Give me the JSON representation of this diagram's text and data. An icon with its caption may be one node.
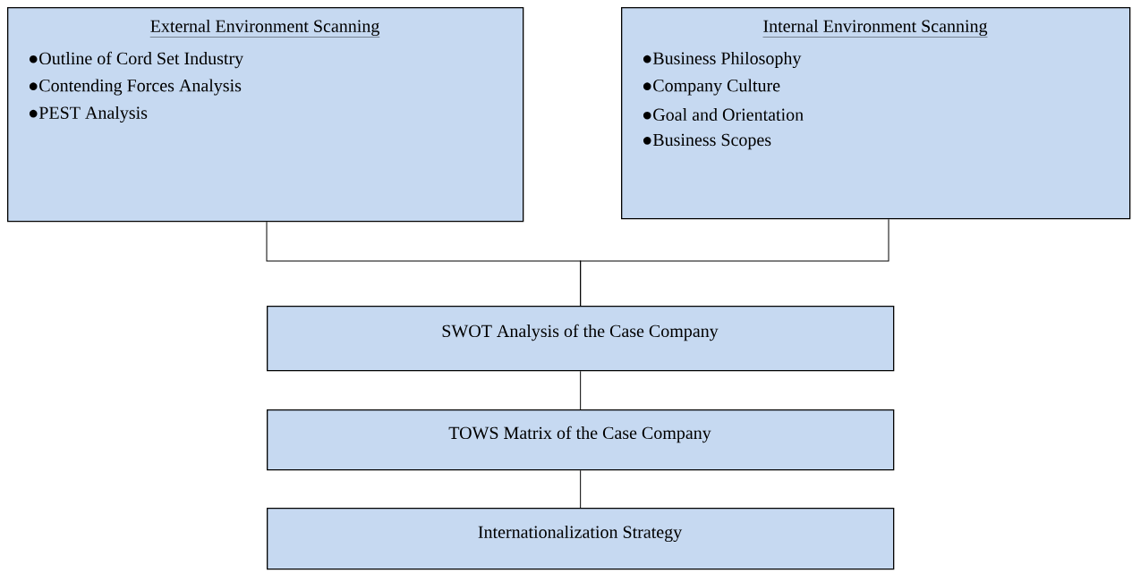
{
  "diagram": {
    "nodes": [
      {
        "text": [
          "External Environment Scanning",
          "●Outline of Cord Set Industry",
          "●Contending Forces Analysis",
          "●PEST Analysis"
        ]
      },
      {
        "text": [
          "Internal Environment Scanning",
          "●Business Philosophy",
          "●Company Culture",
          "●Goal and Orientation",
          "●Business Scopes"
        ]
      },
      {
        "text": [
          "SWOT Analysis of the Case Company"
        ]
      },
      {
        "text": [
          "TOWS Matrix of the Case Company"
        ]
      },
      {
        "text": [
          "Internationalization Strategy"
        ]
      }
    ],
    "edges": [
      {
        "from": 0,
        "to": 2,
        "arrow": "none"
      },
      {
        "from": 1,
        "to": 2,
        "arrow": "none"
      },
      {
        "from": 2,
        "to": 3,
        "arrow": "none"
      },
      {
        "from": 3,
        "to": 4,
        "arrow": "none"
      }
    ]
  }
}
